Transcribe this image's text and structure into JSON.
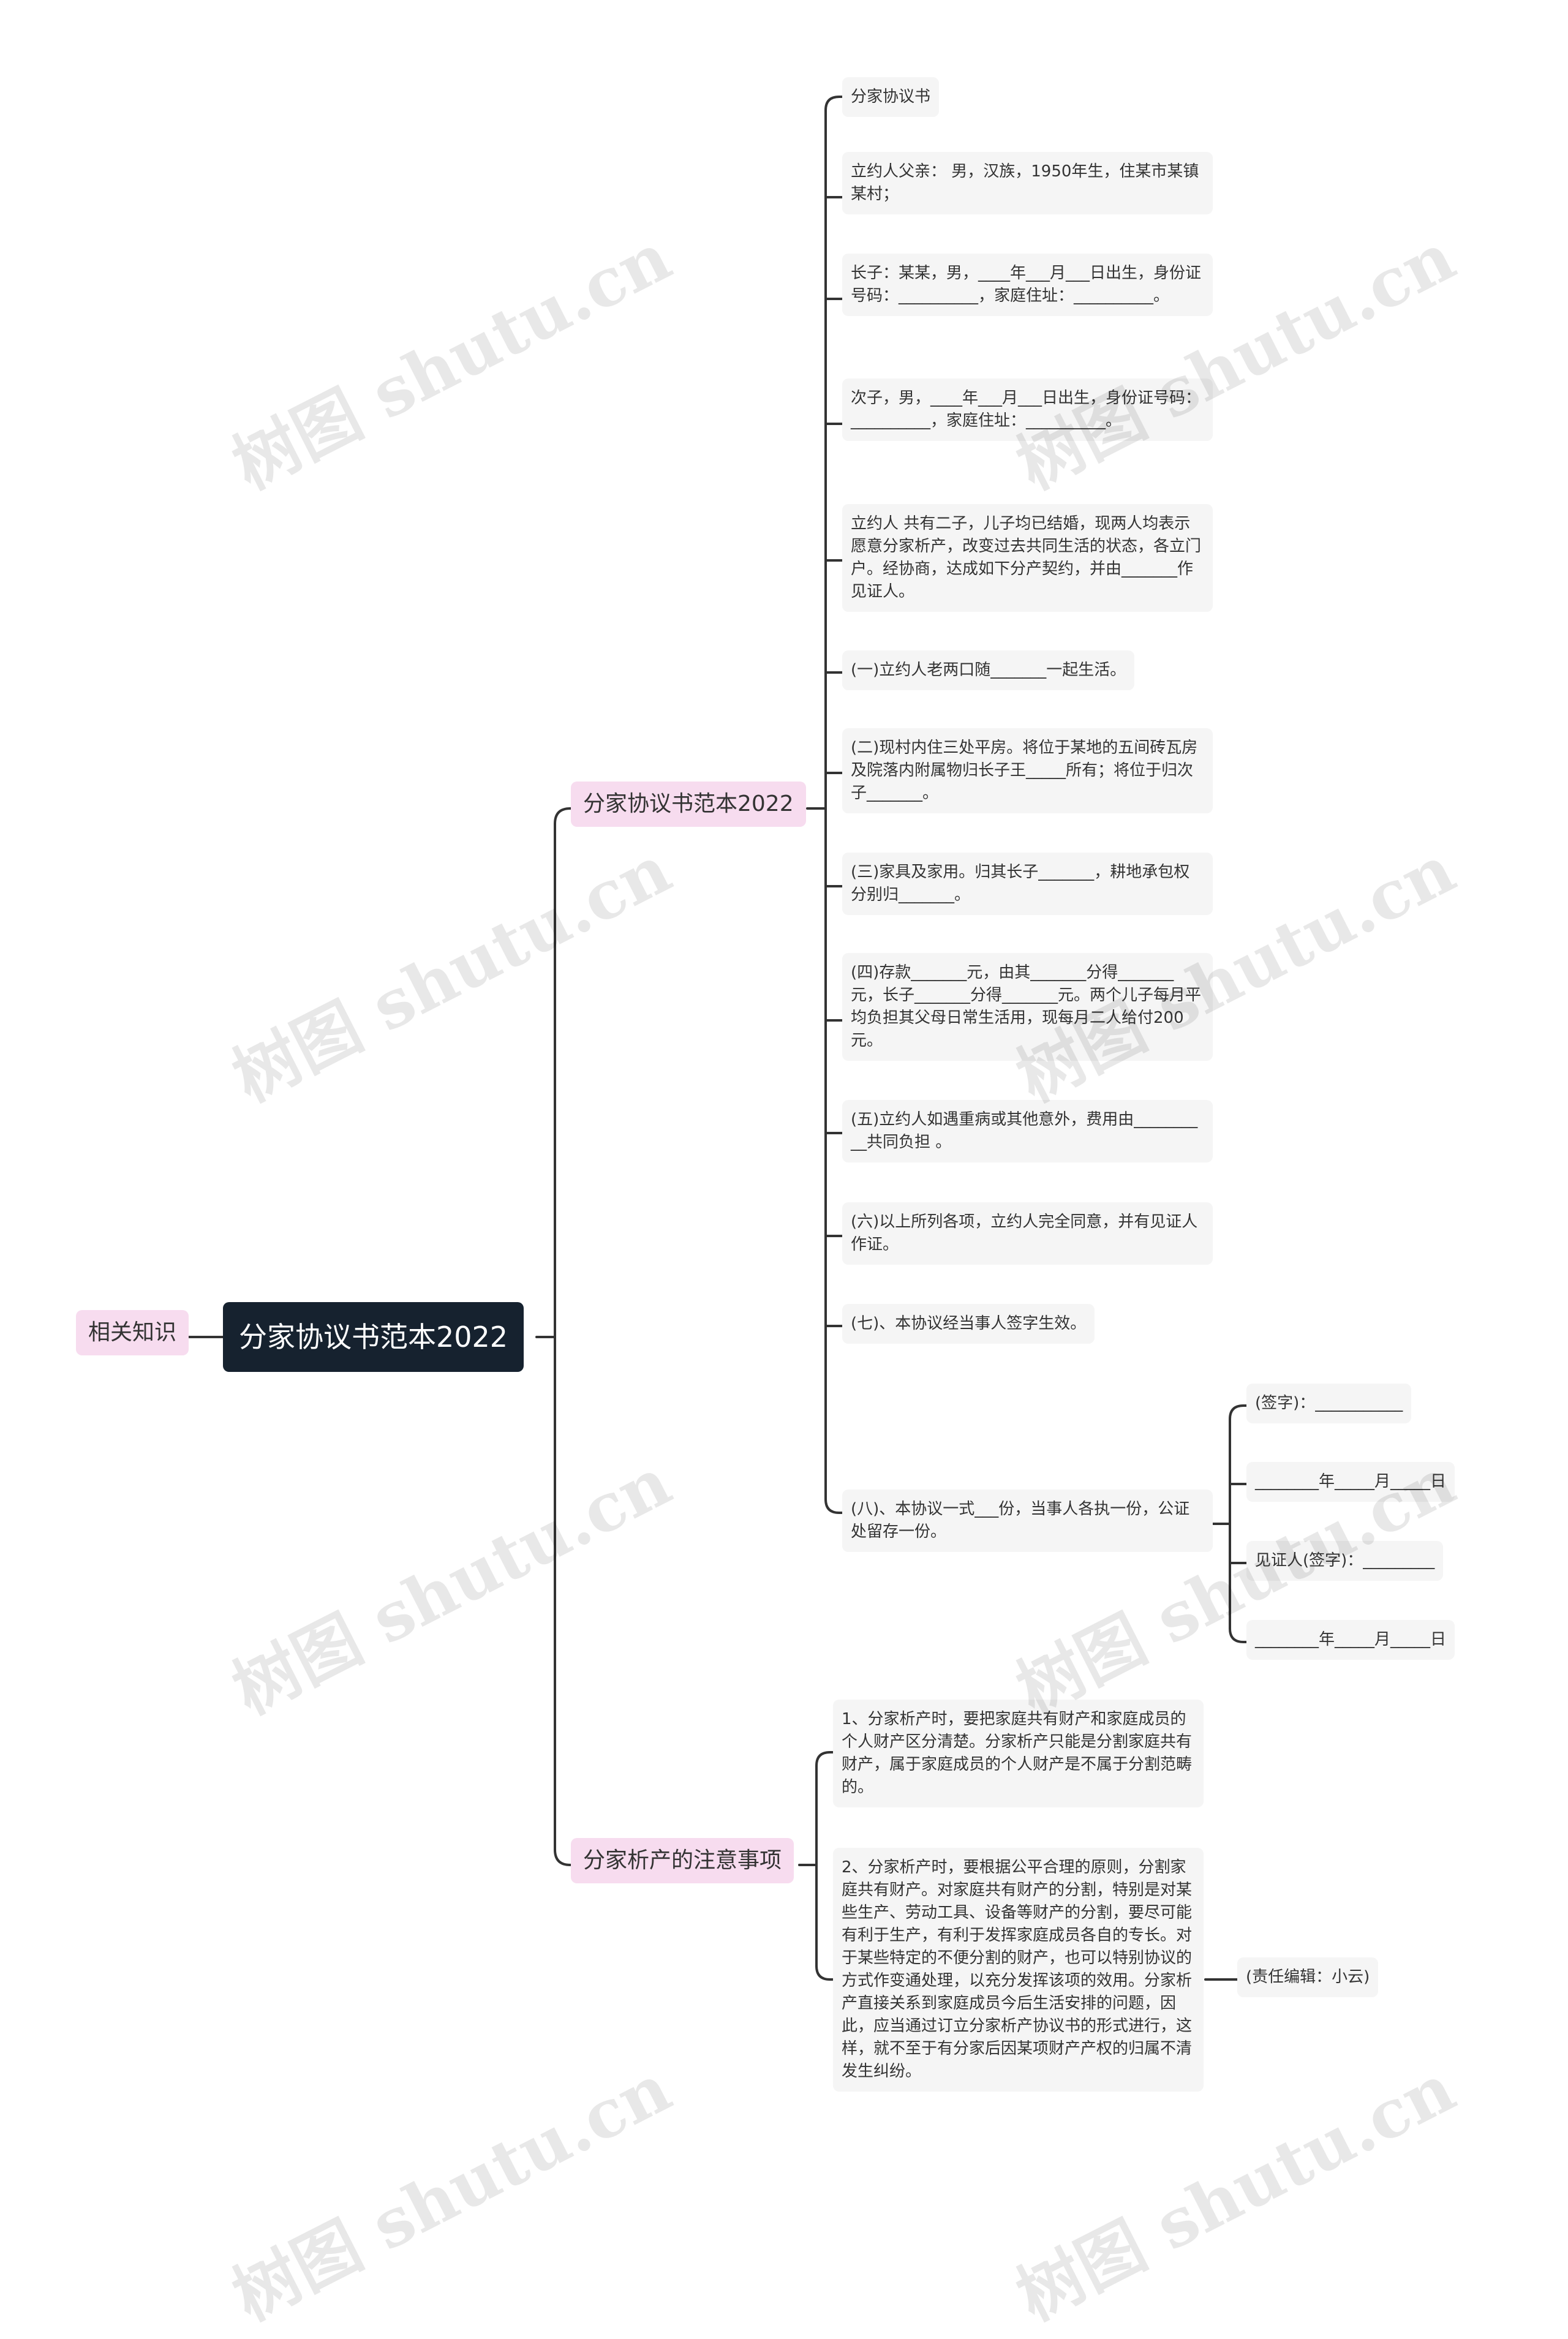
{
  "root": {
    "label": "分家协议书范本2022"
  },
  "related": {
    "label": "相关知识"
  },
  "branches": [
    {
      "label": "分家协议书范本2022",
      "items": [
        "分家协议书",
        "立约人父亲： 男，汉族，1950年生，住某市某镇某村；",
        "长子：某某，男，____年___月___日出生，身份证号码：__________，家庭住址：__________。",
        "次子，男，____年___月___日出生，身份证号码：__________，家庭住址：__________。",
        "立约人 共有二子，儿子均已结婚，现两人均表示愿意分家析产，改变过去共同生活的状态，各立门户。经协商，达成如下分产契约，并由_______作见证人。",
        "(一)立约人老两口随_______一起生活。",
        "(二)现村内住三处平房。将位于某地的五间砖瓦房及院落内附属物归长子王_____所有；将位于归次子_______。",
        "(三)家具及家用。归其长子_______，耕地承包权分别归_______。",
        "(四)存款_______元，由其_______分得_______元，长子_______分得_______元。两个儿子每月平均负担其父母日常生活用，现每月二人给付200元。",
        "(五)立约人如遇重病或其他意外，费用由__________共同负担 。",
        "(六)以上所列各项，立约人完全同意，并有见证人作证。",
        "(七)、本协议经当事人签字生效。",
        "(八)、本协议一式___份，当事人各执一份，公证处留存一份。"
      ],
      "sub_items": [
        "(签字)：___________",
        "________年_____月_____日",
        "见证人(签字)：_________",
        "________年_____月_____日"
      ]
    },
    {
      "label": "分家析产的注意事项",
      "items": [
        "1、分家析产时，要把家庭共有财产和家庭成员的个人财产区分清楚。分家析产只能是分割家庭共有财产，属于家庭成员的个人财产是不属于分割范畴的。",
        "2、分家析产时，要根据公平合理的原则，分割家庭共有财产。对家庭共有财产的分割，特别是对某些生产、劳动工具、设备等财产的分割，要尽可能有利于生产，有利于发挥家庭成员各自的专长。对于某些特定的不便分割的财产，也可以特别协议的方式作变通处理，以充分发挥该项的效用。分家析产直接关系到家庭成员今后生活安排的问题，因此，应当通过订立分家析产协议书的形式进行，这样，就不至于有分家后因某项财产产权的归属不清发生纠纷。"
      ],
      "sub_items": [
        "(责任编辑：小云)"
      ]
    }
  ],
  "watermark": "树图 shutu.cn",
  "colors": {
    "root_bg": "#16222f",
    "branch_bg": "#f7dcef",
    "leaf_bg": "#f5f5f5",
    "line": "#333333"
  }
}
